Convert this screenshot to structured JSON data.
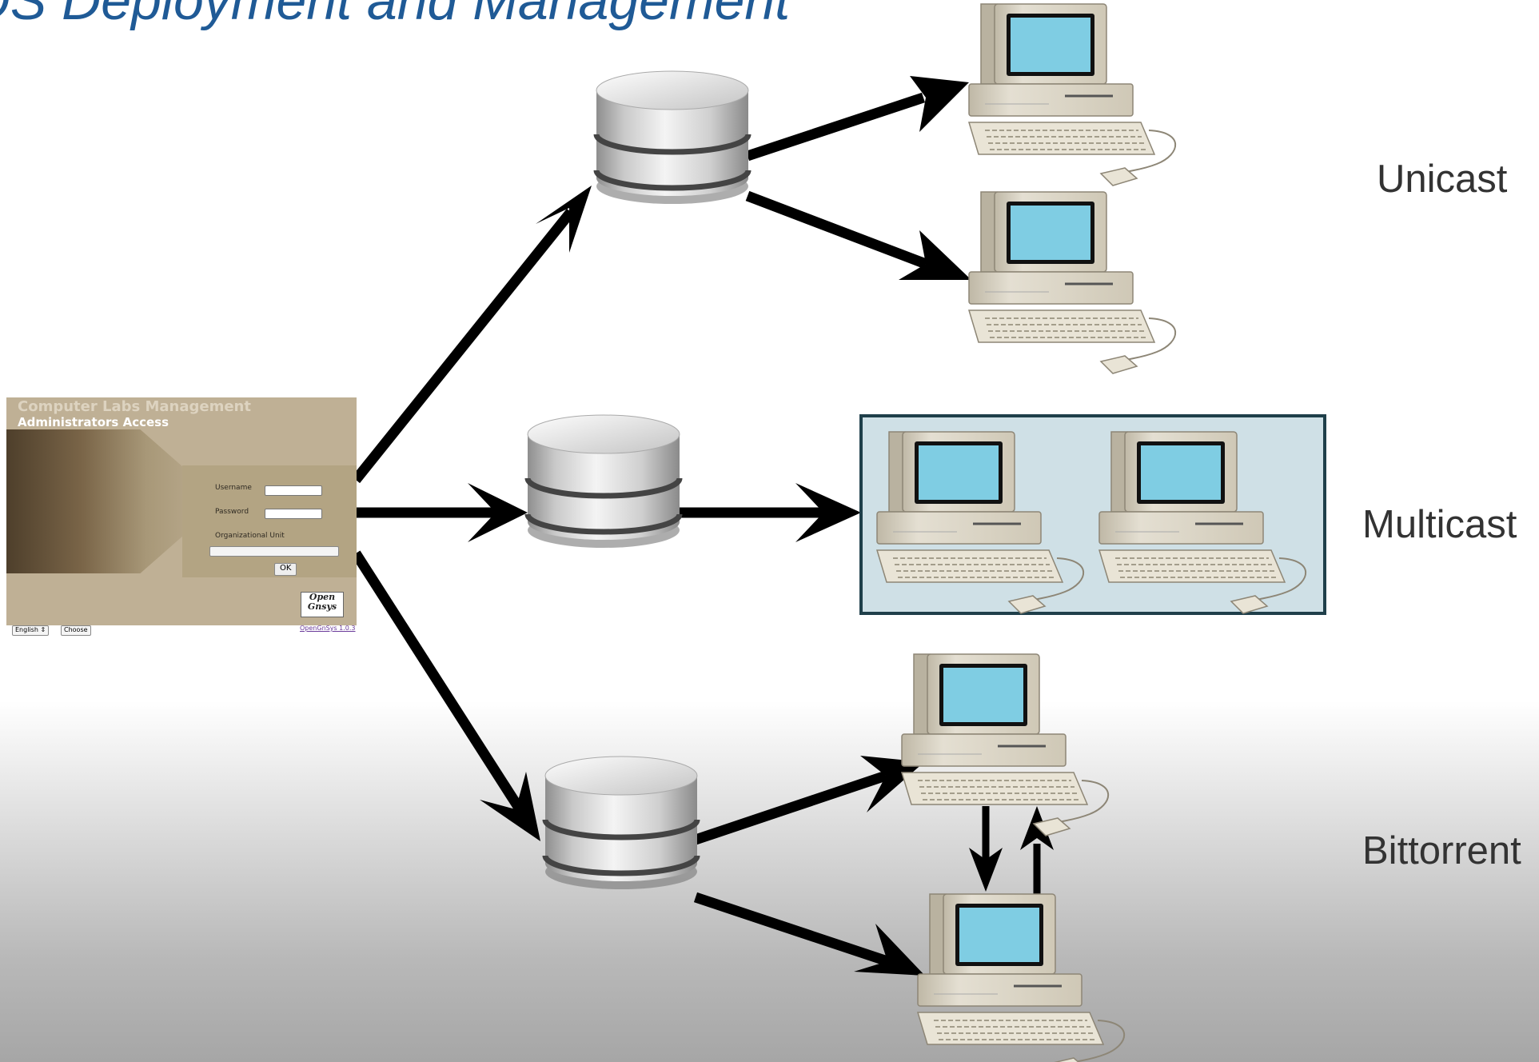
{
  "title": "OS Deployment and Management",
  "methods": {
    "unicast": "Unicast",
    "multicast": "Multicast",
    "bittorrent": "Bittorrent"
  },
  "login_panel": {
    "heading": "Computer Labs Management",
    "subheading": "Administrators Access",
    "username_label": "Username",
    "password_label": "Password",
    "ou_label": "Organizational Unit",
    "ok_label": "OK",
    "logo_line1": "Open",
    "logo_line2": "Gnsys",
    "language_value": "English",
    "choose_label": "Choose",
    "version_link": "OpenGnSys 1.0.3"
  },
  "colors": {
    "title": "#1f5a96",
    "label_text": "#333333",
    "monitor_screen": "#7fcde3",
    "computer_body": "#ddd7c8",
    "multicast_box_fill": "#cfe0e6",
    "multicast_box_border": "#1f3f4a",
    "arrow": "#000000"
  },
  "icons": {
    "server": "database-cylinder-icon",
    "client": "desktop-computer-icon"
  }
}
